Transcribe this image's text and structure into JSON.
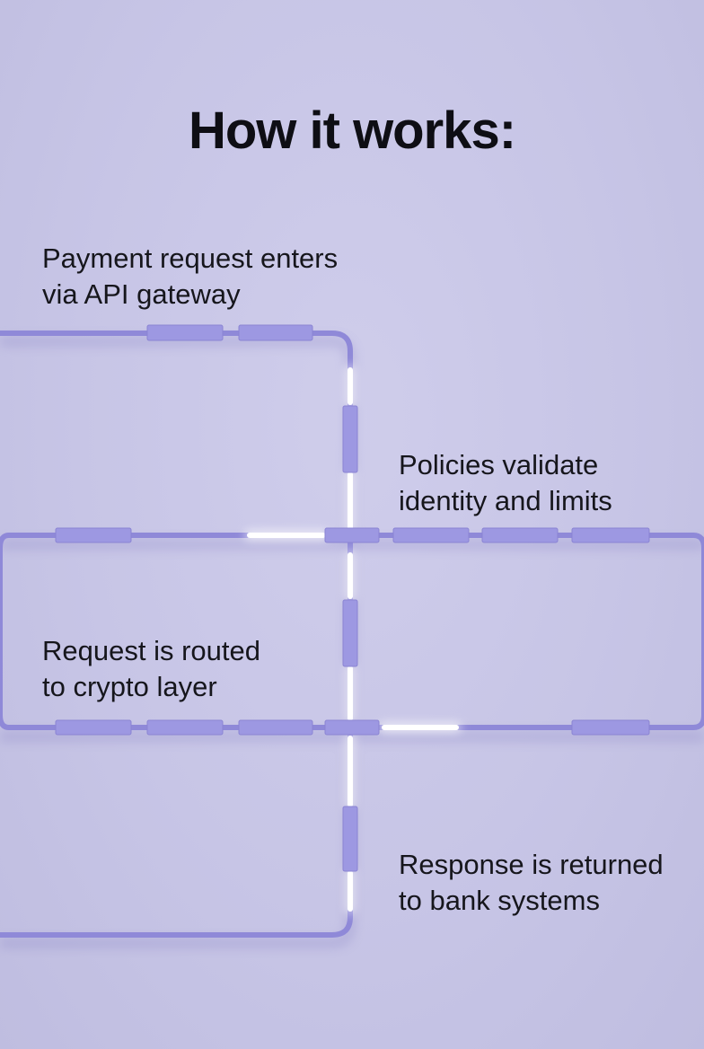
{
  "title": "How it works:",
  "steps": [
    {
      "lines": [
        "Payment request enters",
        "via API gateway"
      ]
    },
    {
      "lines": [
        "Policies validate",
        "identity and limits"
      ]
    },
    {
      "lines": [
        "Request is routed",
        "to crypto layer"
      ]
    },
    {
      "lines": [
        "Response is returned",
        "to bank systems"
      ]
    }
  ],
  "colors": {
    "background": "#c8c6e7",
    "pipe": "#8f89d8",
    "block": "#9d98e2",
    "glow": "#ffffff",
    "text": "#16161c"
  }
}
